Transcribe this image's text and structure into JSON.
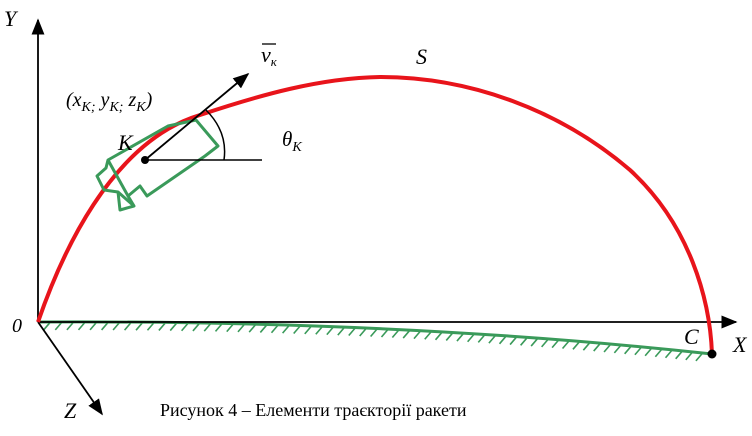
{
  "axes": {
    "x_label": "X",
    "y_label": "Y",
    "z_label": "Z",
    "origin_label": "0"
  },
  "points": {
    "k_label": "K",
    "k_coords_label": "(x",
    "k_coords_sub1": "K;",
    "k_coords_mid1": " y",
    "k_coords_sub2": "K;",
    "k_coords_mid2": " z",
    "k_coords_sub3": "K",
    "k_coords_end": ")",
    "c_label": "C"
  },
  "trajectory": {
    "label": "S"
  },
  "velocity": {
    "symbol": "v",
    "subscript": "к"
  },
  "angle": {
    "symbol": "θ",
    "subscript": "K"
  },
  "caption": "Рисунок 4 – Елементи траєкторії ракети",
  "colors": {
    "trajectory": "#e8141b",
    "rocket": "#3a9a5a",
    "earth": "#3a9a5a",
    "ink": "#000000"
  }
}
